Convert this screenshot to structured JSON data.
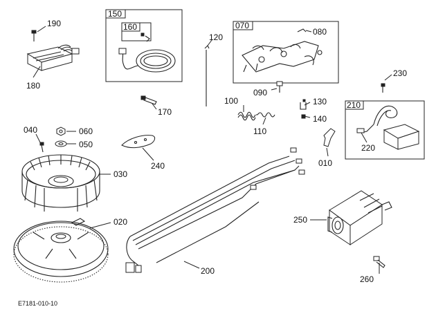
{
  "parts": {
    "p190": "190",
    "p180": "180",
    "p150": "150",
    "p160": "160",
    "p120": "120",
    "p070": "070",
    "p080": "080",
    "p230": "230",
    "p170": "170",
    "p100": "100",
    "p090": "090",
    "p130": "130",
    "p140": "140",
    "p110": "110",
    "p210": "210",
    "p040": "040",
    "p060": "060",
    "p050": "050",
    "p220": "220",
    "p240": "240",
    "p010": "010",
    "p030": "030",
    "p020": "020",
    "p250": "250",
    "p200": "200",
    "p260": "260"
  },
  "footer": {
    "drawing_id": "E7181-010-10"
  }
}
